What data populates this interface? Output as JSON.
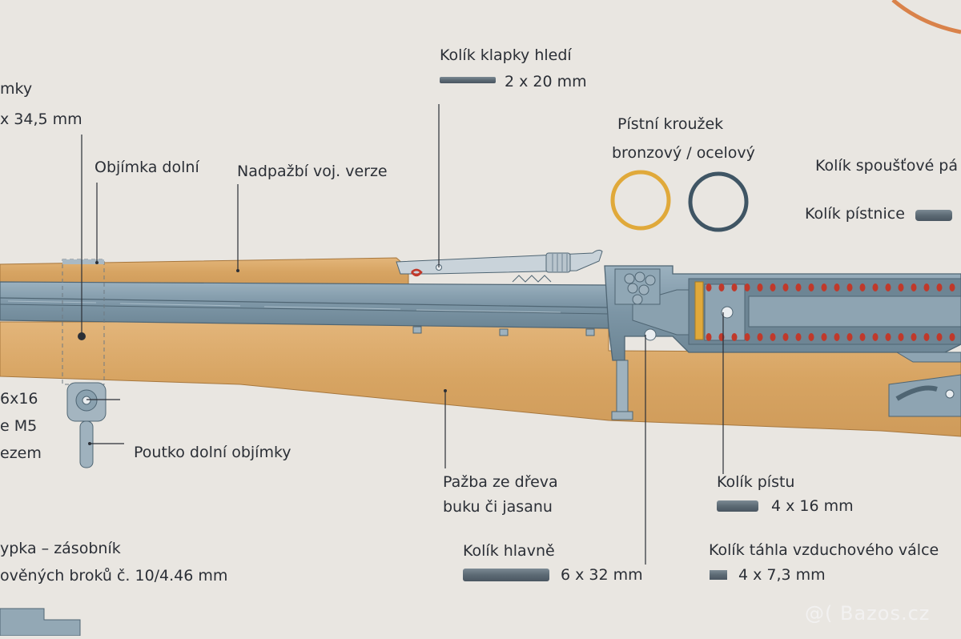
{
  "labels": {
    "objimka_top_1": "mky",
    "objimka_top_2": "x 34,5 mm",
    "objimka_dolni": "Objímka dolní",
    "nadpazbi": "Nadpažbí voj. verze",
    "kolik_klapky": "Kolík klapky hledí",
    "kolik_klapky_dim": "2 x 20 mm",
    "pistni_krouzek_1": "Pístní kroužek",
    "pistni_krouzek_2": "bronzový / ocelový",
    "kolik_spoustove": "Kolík spoušťové pá",
    "kolik_pistnice": "Kolík pístnice",
    "sroub_1": "6x16",
    "sroub_2": "e M5",
    "sroub_3": "ezem",
    "poutko": "Poutko dolní objímky",
    "pazba_1": "Pažba ze dřeva",
    "pazba_2": "buku či jasanu",
    "kolik_pistu": "Kolík pístu",
    "kolik_pistu_dim": "4 x 16 mm",
    "schranka_1": "ypka – zásobník",
    "schranka_2": "ověných broků č. 10/4.46 mm",
    "kolik_hlavne": "Kolík hlavně",
    "kolik_hlavne_dim": "6 x 32 mm",
    "kolik_tahla": "Kolík táhla vzduchového válce",
    "kolik_tahla_dim": "4 x 7,3 mm"
  },
  "watermark": "@( Bazos.cz",
  "colors": {
    "background": "#e9e6e1",
    "wood": "#d9a86a",
    "steel": "#7f98a8",
    "steel_dark": "#5d7483",
    "spring": "#c0392b",
    "ring_bronze": "#e0a93a",
    "ring_steel": "#3f5564",
    "leader": "#2b2f36"
  }
}
